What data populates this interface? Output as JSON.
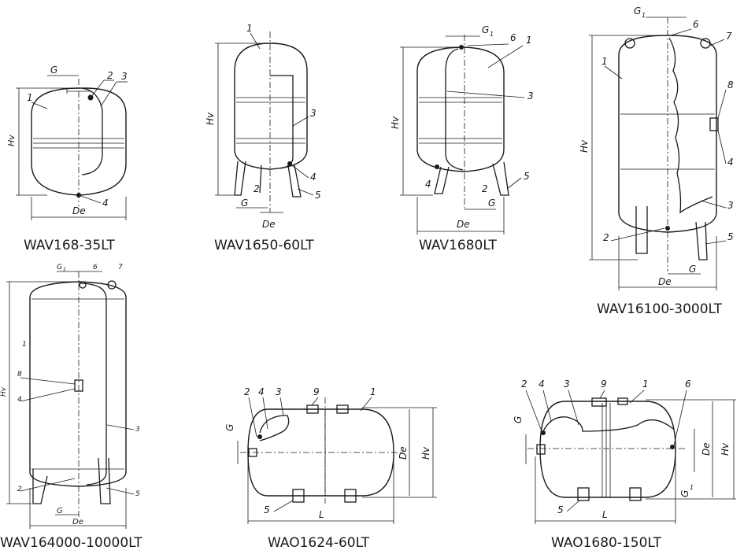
{
  "captions": {
    "d1": "WAV168-35LT",
    "d2": "WAV1650-60LT",
    "d3": "WAV1680LT",
    "d4": "WAV16100-3000LT",
    "d5": "WAV164000-10000LT",
    "d6": "WAO1624-60LT",
    "d7": "WAO1680-150LT"
  },
  "labels": {
    "hv": "Hv",
    "de": "De",
    "g": "G",
    "g1": "G",
    "g1_sub": "1",
    "l": "L",
    "n1": "1",
    "n2": "2",
    "n3": "3",
    "n4": "4",
    "n5": "5",
    "n6": "6",
    "n7": "7",
    "n8": "8",
    "n9": "9"
  }
}
